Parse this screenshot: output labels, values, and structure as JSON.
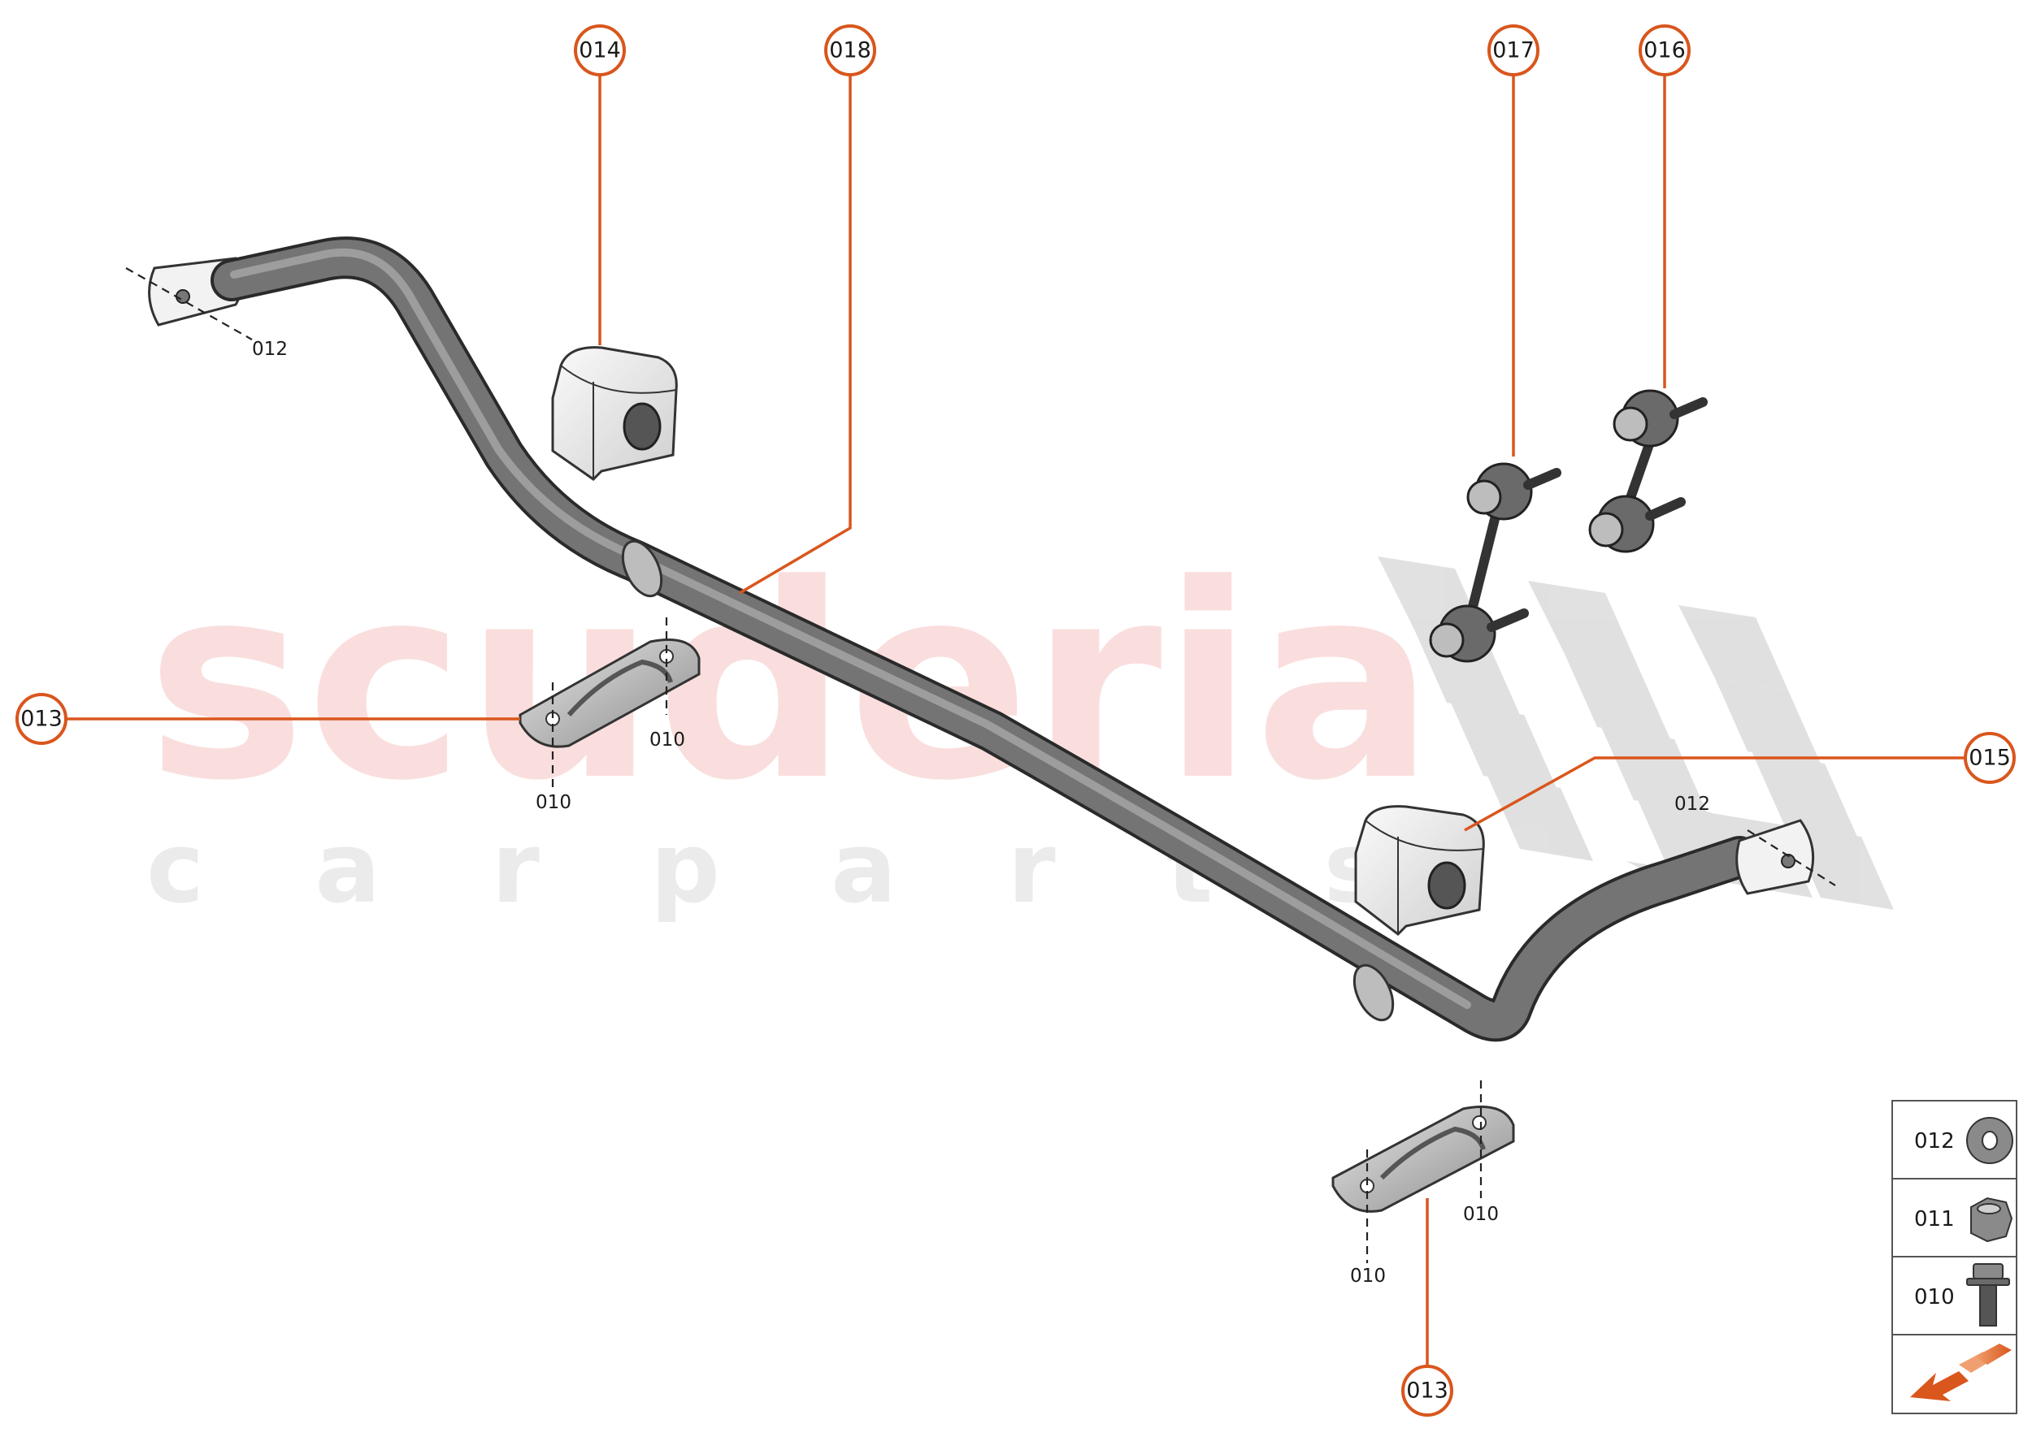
{
  "watermark": {
    "brand": "scuderia",
    "tagline": "c a r p a r t s"
  },
  "callouts": [
    {
      "id": "c014",
      "label": "014"
    },
    {
      "id": "c018",
      "label": "018"
    },
    {
      "id": "c017",
      "label": "017"
    },
    {
      "id": "c016",
      "label": "016"
    },
    {
      "id": "c013a",
      "label": "013"
    },
    {
      "id": "c015",
      "label": "015"
    },
    {
      "id": "c013b",
      "label": "013"
    }
  ],
  "part_labels": {
    "washer_left": "012",
    "washer_right": "012",
    "bolt_1": "010",
    "bolt_2": "010",
    "bolt_3": "010",
    "bolt_4": "010"
  },
  "legend": [
    {
      "label": "012",
      "icon": "washer-icon"
    },
    {
      "label": "011",
      "icon": "nut-icon"
    },
    {
      "label": "010",
      "icon": "bolt-icon"
    },
    {
      "label": "",
      "icon": "arrow-icon"
    }
  ],
  "colors": {
    "accent": "#d9561d",
    "bar": "#6e6e6e",
    "watermark_red": "#f7c9c9",
    "watermark_grey": "#dcdcdc"
  }
}
